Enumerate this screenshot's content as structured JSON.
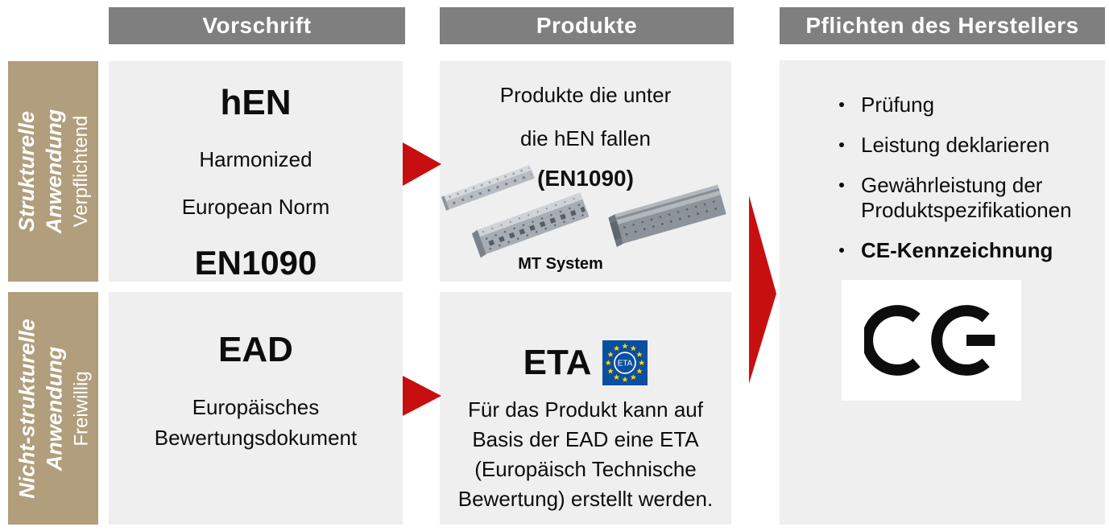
{
  "headers": {
    "vorschrift": "Vorschrift",
    "produkte": "Produkte",
    "pflichten": "Pflichten des Herstellers"
  },
  "row_labels": {
    "structural": {
      "main": "Strukturelle\nAnwendung",
      "sub": "Verpflichtend"
    },
    "non_structural": {
      "main": "Nicht-strukturelle\nAnwendung",
      "sub": "Freiwillig"
    }
  },
  "hen_box": {
    "title": "hEN",
    "subtitle_line1": "Harmonized",
    "subtitle_line2": "European Norm",
    "code": "EN1090"
  },
  "ead_box": {
    "title": "EAD",
    "subtitle": "Europäisches\nBewertungsdokument"
  },
  "produkte_box": {
    "line1": "Produkte die unter",
    "line2": "die hEN fallen",
    "code": "(EN1090)",
    "image_caption": "MT System"
  },
  "eta_box": {
    "title": "ETA",
    "logo_label": "ETA",
    "body": "Für das Produkt kann auf\nBasis der EAD eine ETA\n(Europäisch Technische\nBewertung) erstellt werden."
  },
  "pflichten_panel": {
    "bullets": [
      "Prüfung",
      "Leistung deklarieren",
      "Gewährleistung der Produktspezifikationen",
      "CE-Kennzeichnung"
    ],
    "ce_mark_label": "CE"
  },
  "colors": {
    "header_gray": "#7f7f7f",
    "row_label_tan": "#b09e7c",
    "box_gray": "#f0efef",
    "arrow_red": "#c80f0f",
    "eu_blue": "#0a4fa0",
    "star_yellow": "#ffd500",
    "ce_black": "#0d0d0d"
  }
}
